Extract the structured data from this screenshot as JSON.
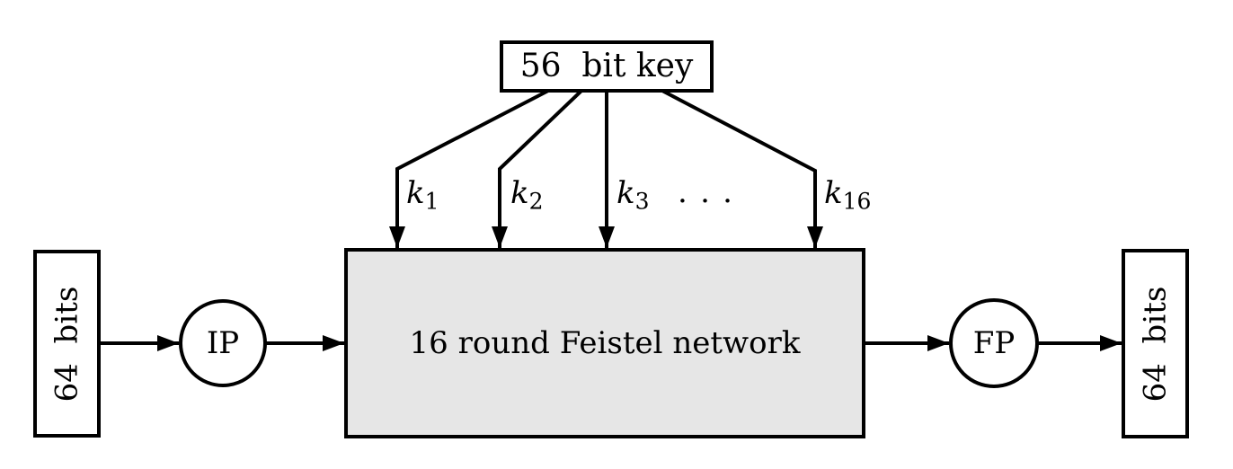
{
  "colors": {
    "background": "#ffffff",
    "stroke": "#000000",
    "round_box_fill": "#e6e6e6"
  },
  "key_box": {
    "label": "56  bit key"
  },
  "subkeys": {
    "k1": {
      "base": "k",
      "sub": "1"
    },
    "k2": {
      "base": "k",
      "sub": "2"
    },
    "k3": {
      "base": "k",
      "sub": "3"
    },
    "k16": {
      "base": "k",
      "sub": "16"
    },
    "ellipsis": "..."
  },
  "input_box": {
    "label": "64  bits"
  },
  "ip_node": {
    "label": "IP"
  },
  "round_box": {
    "label": "16 round Feistel network"
  },
  "fp_node": {
    "label": "FP"
  },
  "output_box": {
    "label": "64  bits"
  }
}
